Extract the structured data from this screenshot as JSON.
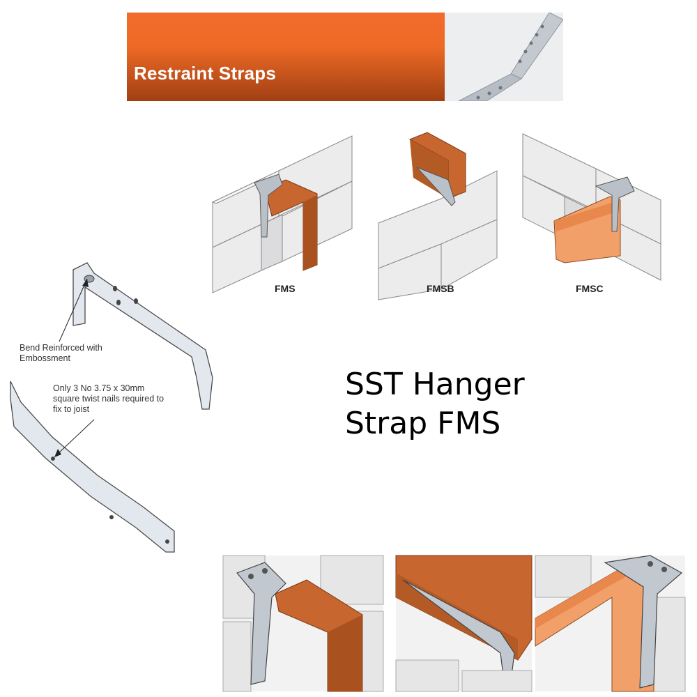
{
  "banner": {
    "title": "Restraint Straps"
  },
  "installations": [
    {
      "label": "FMS"
    },
    {
      "label": "FMSB"
    },
    {
      "label": "FMSC"
    }
  ],
  "callouts": {
    "bend": "Bend Reinforced with Embossment",
    "nails": "Only 3 No 3.75 x 30mm square twist nails required to fix to joist"
  },
  "title": {
    "line1": "SST Hanger",
    "line2": "Strap FMS"
  },
  "colors": {
    "banner_orange": "#ee6a25",
    "timber": "#c8662f",
    "timber_light": "#f2a06a",
    "block": "#e9e9ea",
    "metal": "#c9d3dc"
  }
}
